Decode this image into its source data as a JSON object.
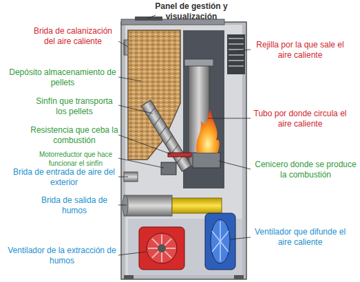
{
  "diagram": {
    "labels": [
      "Panel de gestión y visualización",
      "Brida de calanización del aire caliente",
      "Depósito almacenamiento de pellets",
      "Sinfín que transporta los pellets",
      "Resistencia que ceba la combustión",
      "Motorreductor que hace funcionar el sinfín",
      "Brida de entrada de aire del exterior",
      "Brida de salida de humos",
      "Ventilador de la extracción de humos",
      "Rejilla por la que sale el aire caliente",
      "Tubo por donde circula el aire caliente",
      "Cenicero donde se produce la combustión",
      "Ventilador que difunde el aire caliente"
    ]
  }
}
